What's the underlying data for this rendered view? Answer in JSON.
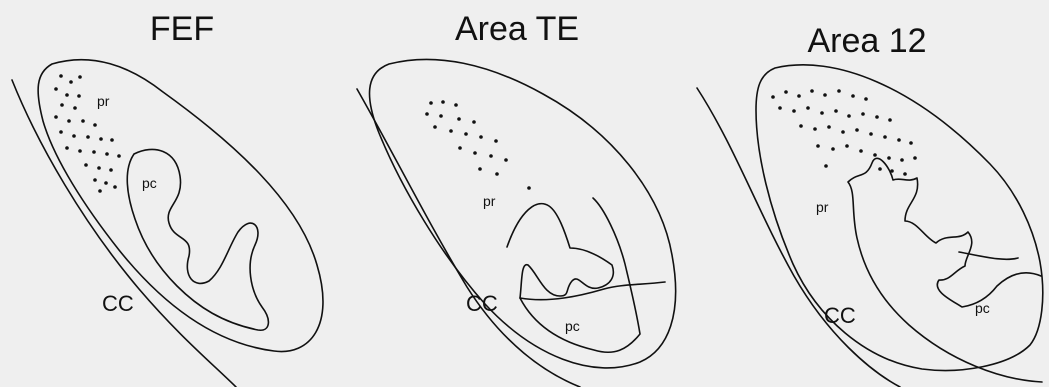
{
  "panels": [
    {
      "title": "FEF",
      "labels": {
        "pr": "pr",
        "pc": "pc",
        "cc": "CC"
      }
    },
    {
      "title": "Area TE",
      "labels": {
        "pr": "pr",
        "pc": "pc",
        "cc": "CC"
      }
    },
    {
      "title": "Area 12",
      "labels": {
        "pr": "pr",
        "pc": "pc",
        "cc": "CC"
      }
    }
  ],
  "colors": {
    "background": "#efefef",
    "ink": "#111111"
  }
}
